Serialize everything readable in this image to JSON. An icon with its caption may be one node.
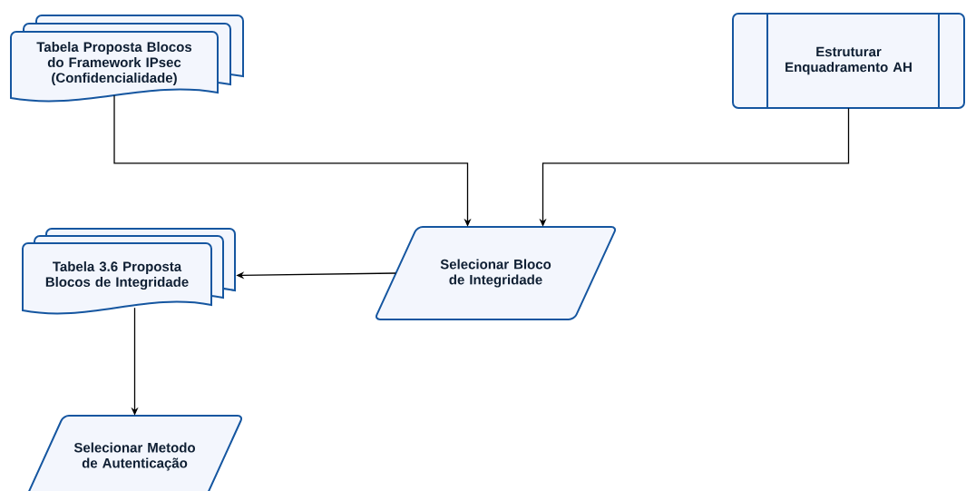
{
  "diagram": {
    "nodes": [
      {
        "text": [
          "Tabela Proposta Blocos do Framework IPsec (Confidencialidade)"
        ]
      },
      {
        "text": [
          "Estruturar Enquadramento AH"
        ]
      },
      {
        "text": [
          "Selecionar Bloco de Integridade"
        ]
      },
      {
        "text": [
          "Tabela 3.6 Proposta Blocos de Integridade"
        ]
      },
      {
        "text": [
          "Selecionar Metodo de Autenticação"
        ]
      }
    ],
    "edges": [
      {
        "from": 0,
        "to": 2,
        "arrow": "to"
      },
      {
        "from": 1,
        "to": 2,
        "arrow": "to"
      },
      {
        "from": 2,
        "to": 3,
        "arrow": "to"
      },
      {
        "from": 3,
        "to": 4,
        "arrow": "to"
      }
    ]
  }
}
